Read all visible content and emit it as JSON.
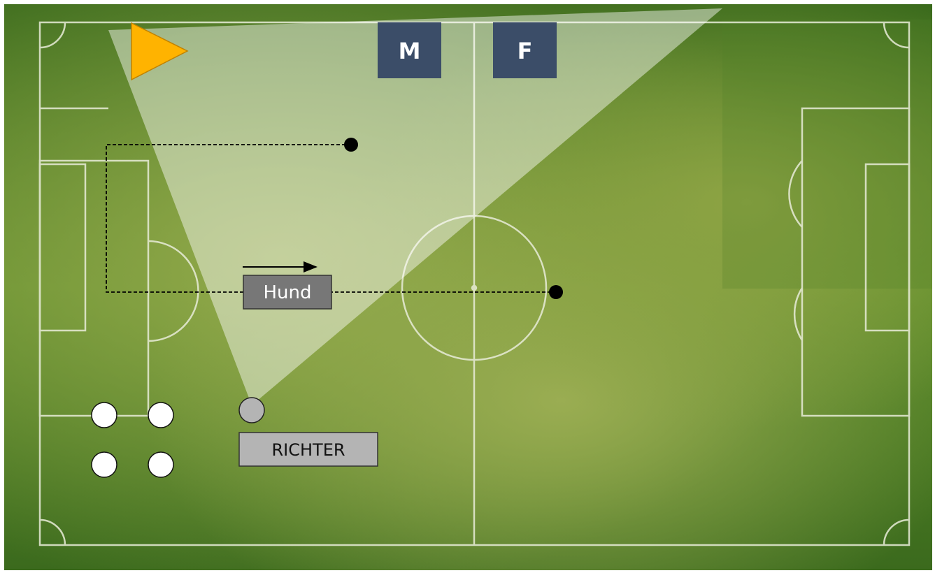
{
  "labels": {
    "team_m": "M",
    "team_f": "F",
    "dog": "Hund",
    "judge": "RICHTER"
  },
  "colors": {
    "grass_dark": "#3f6e1e",
    "grass_mid": "#5f8f2c",
    "grass_light": "#8fa848",
    "field_lines": "#e8ecd8",
    "team_box": "#3b4d68",
    "flag": "#ffb300",
    "dog_box": "#777777",
    "judge_box": "#b4b4b4",
    "judge_marker": "#b4b4b4",
    "player": "#ffffff",
    "marker_dot": "#000000"
  },
  "icons": {
    "start_flag": "triangle-flag-icon",
    "direction": "arrow-right-icon"
  }
}
